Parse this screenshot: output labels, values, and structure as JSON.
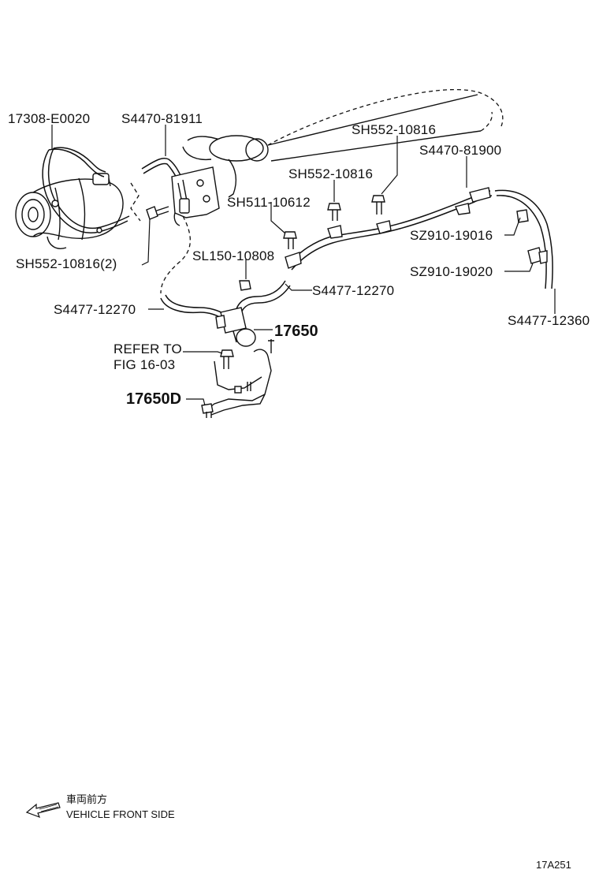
{
  "parts": [
    {
      "id": "p1",
      "label": "17308-E0020"
    },
    {
      "id": "p2",
      "label": "S4470-81911"
    },
    {
      "id": "p3",
      "label": "SH552-10816"
    },
    {
      "id": "p4",
      "label": "S4470-81900"
    },
    {
      "id": "p5",
      "label": "SH552-10816"
    },
    {
      "id": "p6",
      "label": "SH511-10612"
    },
    {
      "id": "p7",
      "label": "SZ910-19016"
    },
    {
      "id": "p8",
      "label": "SH552-10816(2)"
    },
    {
      "id": "p9",
      "label": "SL150-10808"
    },
    {
      "id": "p10",
      "label": "SZ910-19020"
    },
    {
      "id": "p11",
      "label": "S4477-12270"
    },
    {
      "id": "p12",
      "label": "S4477-12270"
    },
    {
      "id": "p13",
      "label": "S4477-12360"
    },
    {
      "id": "p14",
      "label": "17650"
    },
    {
      "id": "p15",
      "label": "17650D"
    }
  ],
  "refer": {
    "line1": "REFER TO",
    "line2": "FIG 16-03"
  },
  "legend": {
    "japanese": "車両前方",
    "english": "VEHICLE FRONT SIDE",
    "icon": "arrow-left-icon"
  },
  "figure_code": "17A251"
}
